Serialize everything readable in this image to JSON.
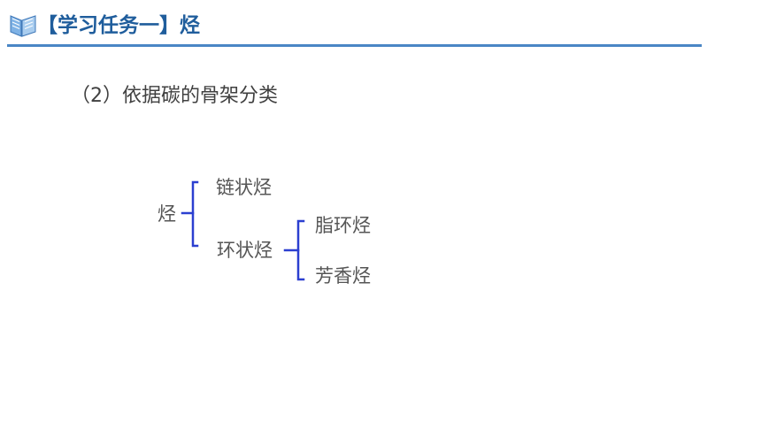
{
  "header": {
    "title": "【学习任务一】烃",
    "icon": "open-book-icon"
  },
  "subtitle": "（2）依据碳的骨架分类",
  "classification": {
    "root": "烃",
    "branches": {
      "chain": "链状烃",
      "cyclic": {
        "label": "环状烃",
        "children": {
          "alicyclic": "脂环烃",
          "aromatic": "芳香烃"
        }
      }
    }
  },
  "colors": {
    "title": "#1f5d9c",
    "rule": "#4a86c5",
    "bracket": "#2b3fd0",
    "text": "#555555"
  }
}
